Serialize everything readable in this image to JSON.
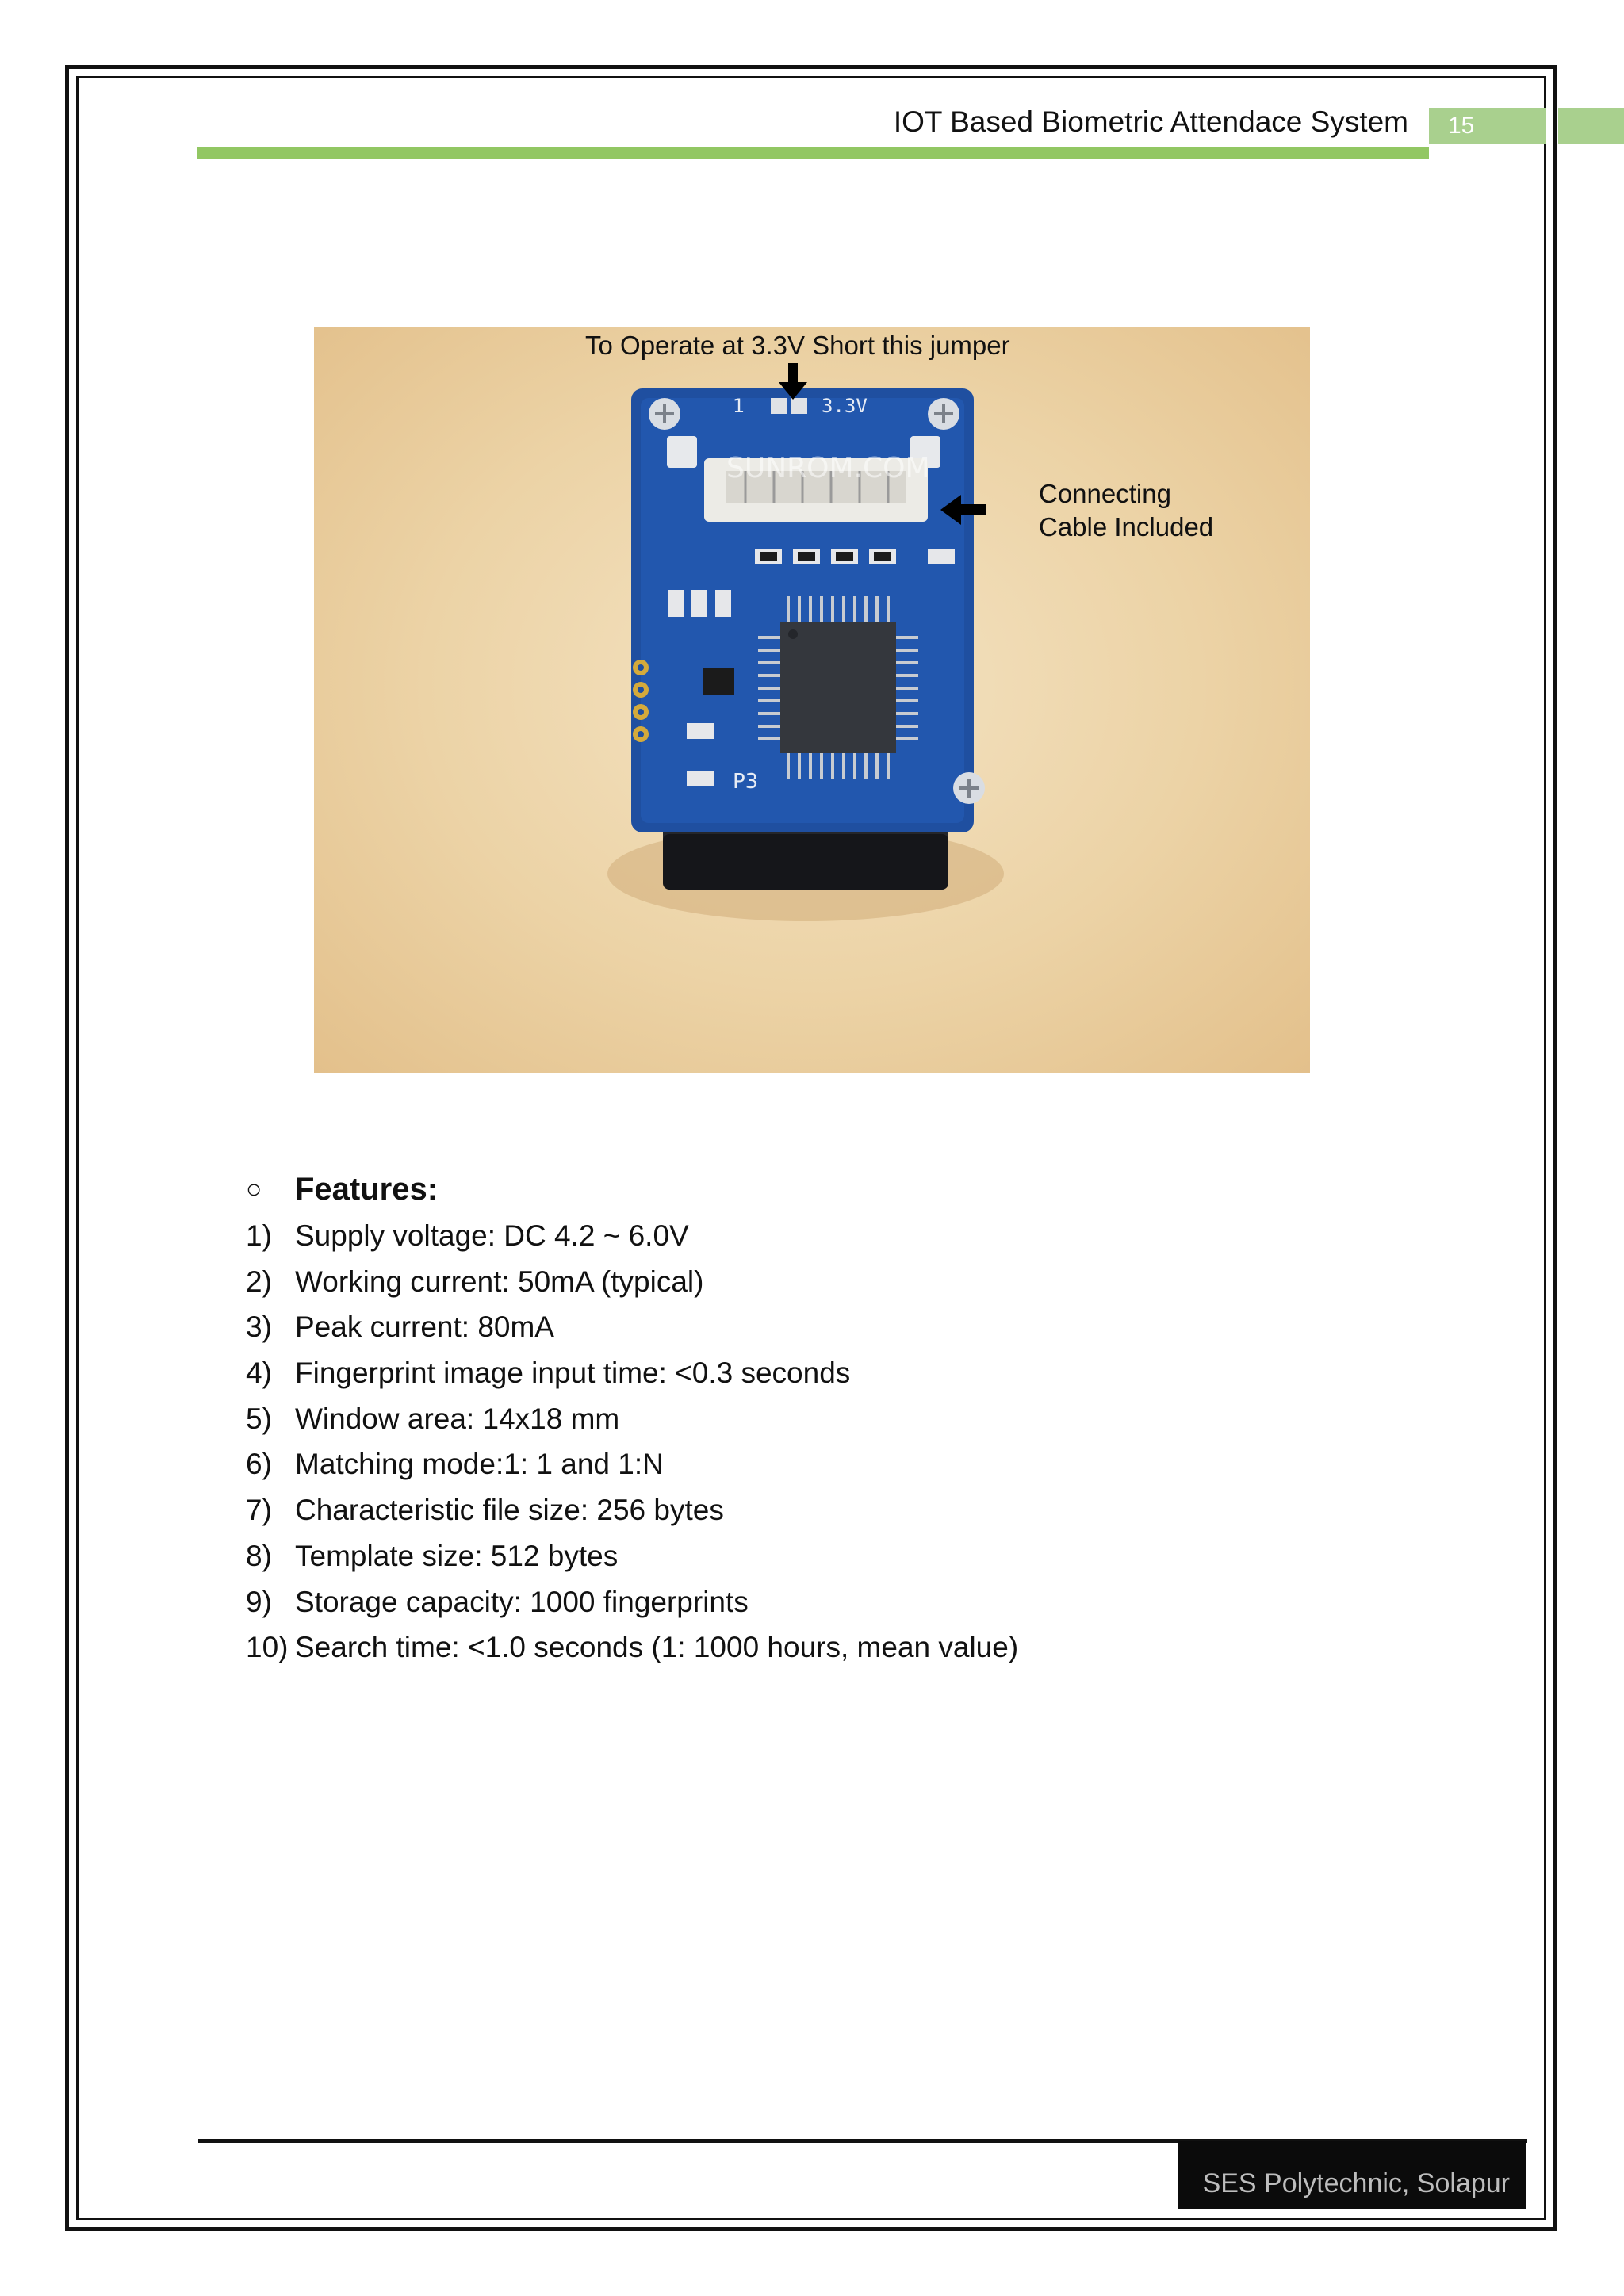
{
  "header": {
    "title": "IOT Based Biometric Attendace System",
    "page_number": "15"
  },
  "figure": {
    "callout_top": "To Operate at 3.3V Short this jumper",
    "callout_right_line1": "Connecting",
    "callout_right_line2": "Cable Included",
    "board_watermark": "SUNROM.COM",
    "board_label_voltage": "3.3V",
    "board_label_p3": "P3",
    "board_label_1": "1"
  },
  "features": {
    "bullet": "○",
    "heading": "Features:",
    "items": [
      {
        "num": "1)",
        "text": "Supply voltage: DC 4.2 ~ 6.0V"
      },
      {
        "num": "2)",
        "text": "Working current: 50mA (typical)"
      },
      {
        "num": "3)",
        "text": "Peak current: 80mA"
      },
      {
        "num": "4)",
        "text": "Fingerprint image input time: <0.3 seconds"
      },
      {
        "num": "5)",
        "text": "Window area: 14x18 mm"
      },
      {
        "num": "6)",
        "text": "Matching mode:1: 1 and 1:N"
      },
      {
        "num": "7)",
        "text": "Characteristic file size: 256 bytes"
      },
      {
        "num": "8)",
        "text": "Template size: 512 bytes"
      },
      {
        "num": "9)",
        "text": "Storage capacity: 1000 fingerprints"
      },
      {
        "num": "10)",
        "text": "Search time: <1.0 seconds (1: 1000 hours, mean value)"
      }
    ]
  },
  "footer": {
    "institution": "SES Polytechnic, Solapur"
  }
}
